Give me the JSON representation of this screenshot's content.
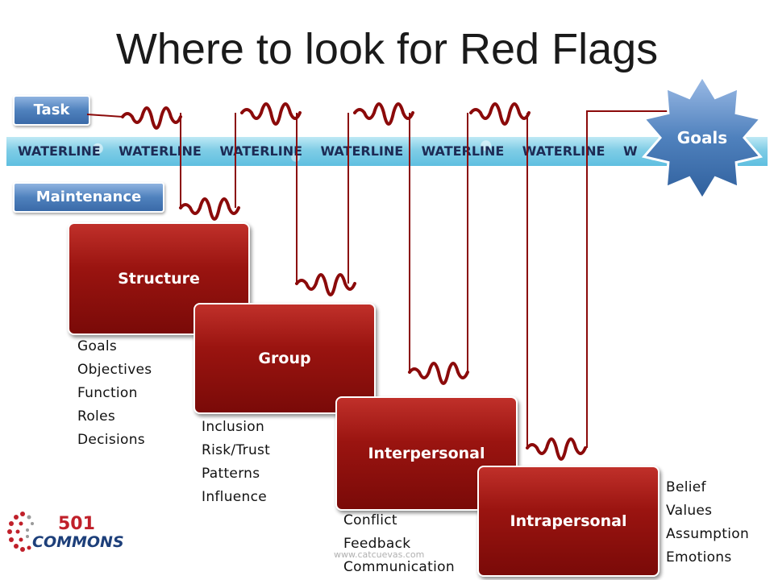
{
  "title": "Where to look for Red Flags",
  "waterline": {
    "words": [
      "WATERLINE",
      "WATERLINE",
      "WATERLINE",
      "WATERLINE",
      "WATERLINE",
      "WATERLINE",
      "W"
    ]
  },
  "labels": {
    "task": "Task",
    "maintenance": "Maintenance",
    "goals": "Goals"
  },
  "levels": [
    {
      "label": "Structure",
      "items": [
        "Goals",
        "Objectives",
        "Function",
        "Roles",
        "Decisions"
      ]
    },
    {
      "label": "Group",
      "items": [
        "Inclusion",
        "Risk/Trust",
        "Patterns",
        "Influence"
      ]
    },
    {
      "label": "Interpersonal",
      "items": [
        "Conflict",
        "Feedback",
        "Communication"
      ]
    },
    {
      "label": "Intrapersonal",
      "items": [
        "Belief",
        "Values",
        "Assumption",
        "Emotions"
      ]
    }
  ],
  "watermark": "www.catcuevas.com",
  "logo": {
    "number": "501",
    "word": "COMMONS"
  },
  "colors": {
    "accent_red": "#8b0a0a",
    "wave": "#8b0a0a",
    "pill_blue": "#4f81bd",
    "water": "#7fcde6",
    "star_blue": "#4f81bd"
  }
}
